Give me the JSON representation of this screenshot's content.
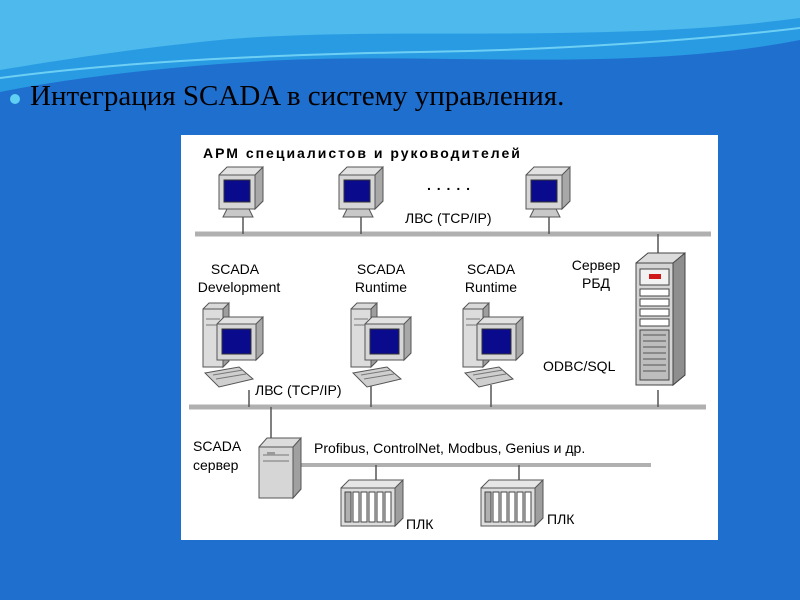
{
  "slide": {
    "title": "Интеграция SCADA в систему управления."
  },
  "diagram": {
    "heading": "АРМ специалистов и руководителей",
    "ellipsis": ". . . . .",
    "lan_top": "ЛВС (TCP/IP)",
    "lan_bottom": "ЛВС (TCP/IP)",
    "scada_dev": [
      "SCADA",
      "Development"
    ],
    "scada_rt1": [
      "SCADA",
      "Runtime"
    ],
    "scada_rt2": [
      "SCADA",
      "Runtime"
    ],
    "server_rdb": [
      "Сервер",
      "РБД"
    ],
    "odbc": "ODBC/SQL",
    "scada_server": [
      "SCADA",
      "сервер"
    ],
    "fieldbus": "Profibus, ControlNet, Modbus, Genius и др.",
    "plc1": "ПЛК",
    "plc2": "ПЛК"
  },
  "colors": {
    "slide_bg": "#1f6fcf",
    "bullet": "#5fd0f2",
    "monitor_screen": "#0a0a8c",
    "device_gray": "#d8d8d8",
    "bus_line": "#b0b0b0"
  }
}
